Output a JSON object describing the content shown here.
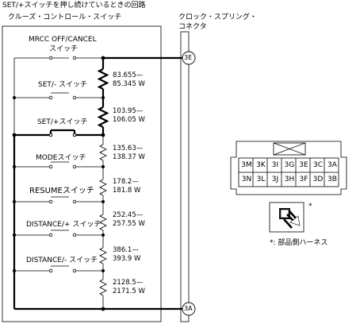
{
  "diagram": {
    "title": "SET/+スイッチを押し続けているときの回路",
    "switch_box_label": "クルーズ・コントロール・スイッチ",
    "clock_spring_label_line1": "クロック・スプリング・",
    "clock_spring_label_line2": "コネクタ",
    "terminal_top": "3E",
    "terminal_bottom": "3A",
    "switches": [
      {
        "label_line1": "MRCC OFF/CANCEL",
        "label_line2": "スイッチ"
      },
      {
        "label": "SET/- スイッチ"
      },
      {
        "label": "SET/+スイッチ"
      },
      {
        "label": "MODEスイッチ"
      },
      {
        "label": "RESUMEスイッチ"
      },
      {
        "label": "DISTANCE/+ スイッチ"
      },
      {
        "label": "DISTANCE/- スイッチ"
      }
    ],
    "resistors": [
      {
        "line1": "83.655—",
        "line2": "85.345 W"
      },
      {
        "line1": "103.95—",
        "line2": "106.05 W"
      },
      {
        "line1": "135.63—",
        "line2": "138.37 W"
      },
      {
        "line1": "178.2—",
        "line2": "181.8 W"
      },
      {
        "line1": "252.45—",
        "line2": "257.55 W"
      },
      {
        "line1": "386.1—",
        "line2": "393.9 W"
      },
      {
        "line1": "2128.5—",
        "line2": "2171.5 W"
      }
    ],
    "connector": {
      "row1": [
        "3M",
        "3K",
        "3I",
        "3G",
        "3E",
        "3C",
        "3A"
      ],
      "row2": [
        "3N",
        "3L",
        "3J",
        "3H",
        "3F",
        "3D",
        "3B"
      ]
    },
    "harness_note": "*: 部品側ハーネス",
    "harness_mark": "*"
  }
}
